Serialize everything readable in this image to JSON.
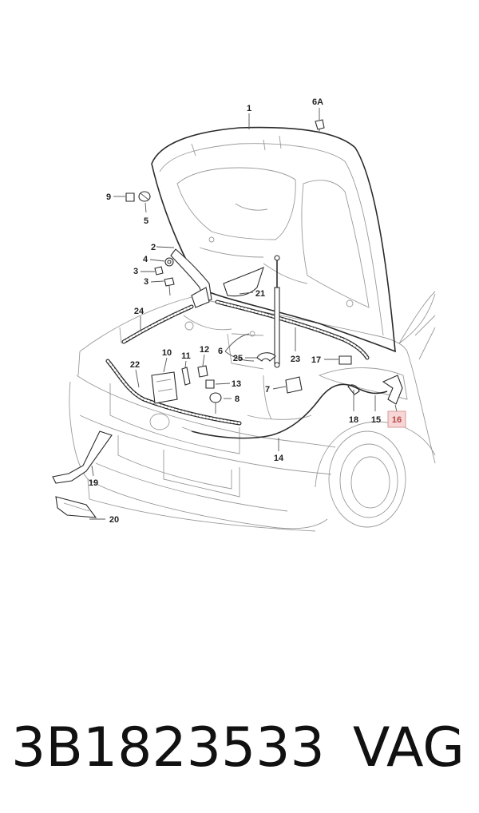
{
  "diagram": {
    "callouts": [
      {
        "id": "c1",
        "label": "1"
      },
      {
        "id": "c6a",
        "label": "6A"
      },
      {
        "id": "c9",
        "label": "9"
      },
      {
        "id": "c5",
        "label": "5"
      },
      {
        "id": "c2",
        "label": "2"
      },
      {
        "id": "c4",
        "label": "4"
      },
      {
        "id": "c3a",
        "label": "3"
      },
      {
        "id": "c3b",
        "label": "3"
      },
      {
        "id": "c21",
        "label": "21"
      },
      {
        "id": "c24",
        "label": "24"
      },
      {
        "id": "c6",
        "label": "6"
      },
      {
        "id": "c12",
        "label": "12"
      },
      {
        "id": "c10",
        "label": "10"
      },
      {
        "id": "c11",
        "label": "11"
      },
      {
        "id": "c25",
        "label": "25"
      },
      {
        "id": "c23",
        "label": "23"
      },
      {
        "id": "c17",
        "label": "17"
      },
      {
        "id": "c22",
        "label": "22"
      },
      {
        "id": "c13",
        "label": "13"
      },
      {
        "id": "c7",
        "label": "7"
      },
      {
        "id": "c8",
        "label": "8"
      },
      {
        "id": "c18",
        "label": "18"
      },
      {
        "id": "c15",
        "label": "15"
      },
      {
        "id": "c16",
        "label": "16",
        "highlighted": true
      },
      {
        "id": "c14",
        "label": "14"
      },
      {
        "id": "c19",
        "label": "19"
      },
      {
        "id": "c20",
        "label": "20"
      }
    ],
    "highlight_color": "#f6d6d6"
  },
  "footer": {
    "part_number": "3B1823533",
    "brand": "VAG"
  }
}
